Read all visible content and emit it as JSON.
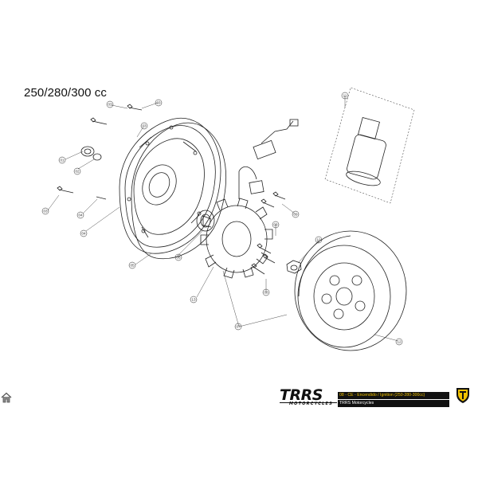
{
  "title": "250/280/300 cc",
  "callouts": {
    "c01": "01",
    "c02": "02",
    "c03a": "03",
    "c03b": "03",
    "c03c": "03",
    "c03d": "03",
    "c04": "04",
    "c04b": "04",
    "c05": "05",
    "c06": "06",
    "c07": "07",
    "c08a": "08",
    "c08b": "08",
    "c09": "09",
    "c10": "10",
    "c11": "11",
    "c12": "12",
    "c13": "13"
  },
  "footer": {
    "logo_text": "TRRS",
    "logo_sub": "MOTORCYCLES",
    "section": "08 - CE - Encendido / Ignition (250-280-300cc)",
    "brand": "TRRS Motorcycles"
  },
  "icons": {
    "home": "home-icon",
    "badge": "trrs-shield-icon"
  },
  "colors": {
    "line": "#222222",
    "footer_bg": "#111111",
    "footer_accent": "#f2c200"
  }
}
